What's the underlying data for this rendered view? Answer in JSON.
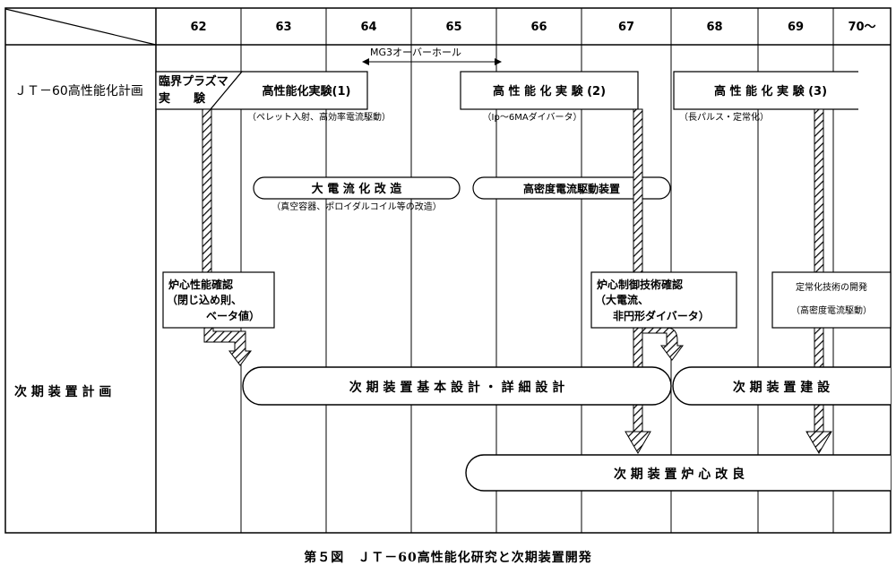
{
  "years": [
    "62",
    "63",
    "64",
    "65",
    "66",
    "67",
    "68",
    "69",
    "70～"
  ],
  "rows": {
    "jt60": "ＪＴ－60高性能化計画",
    "next": "次 期 装 置 計 画"
  },
  "overhaul": "MG3オーバーホール",
  "boxes": {
    "critical_plasma_1": "臨界プラズマ",
    "critical_plasma_2": "実　　験",
    "perf1": "高性能化実験(1)",
    "perf1_note": "（ペレット入射、高効率電流駆動）",
    "perf2": "高 性 能 化 実 験 (2)",
    "perf2_note": "（Ip～6MAダイバータ）",
    "perf3": "高 性 能 化 実 験 (3)",
    "perf3_note": "（長パルス・定常化）",
    "high_current": "大 電 流 化 改 造",
    "high_current_note": "（真空容器、ポロイダルコイル等の改造）",
    "high_density": "高密度電流駆動装置",
    "core_confirm_1": "炉心性能確認",
    "core_confirm_2": "（閉じ込め則、",
    "core_confirm_3": "ベータ値）",
    "core_control_1": "炉心制御技術確認",
    "core_control_2": "（大電流、",
    "core_control_3": "非円形ダイバータ）",
    "steady_1": "定常化技術の開発",
    "steady_2": "（高密度電流駆動）",
    "design": "次 期 装 置 基 本 設 計 ・ 詳 細 設 計",
    "construction": "次 期 装 置 建 設",
    "core_improve": "次 期 装 置 炉 心 改 良"
  },
  "caption": "第５図　ＪＴ－60高性能化研究と次期装置開発"
}
